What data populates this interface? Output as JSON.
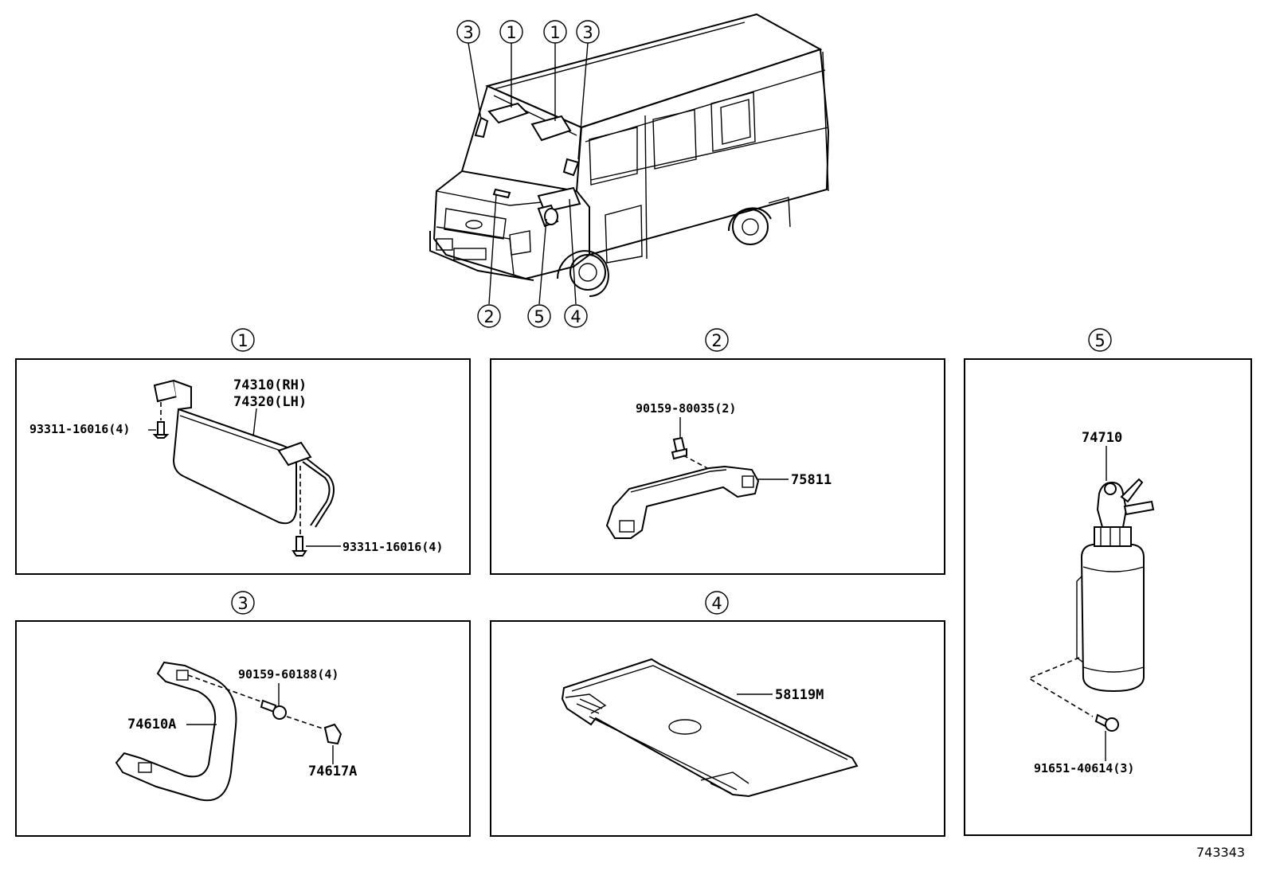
{
  "callouts": {
    "top_3_left": "3",
    "top_1_left": "1",
    "top_1_right": "1",
    "top_3_right": "3",
    "bottom_2": "2",
    "bottom_5": "5",
    "bottom_4": "4"
  },
  "panels": {
    "p1": {
      "number": "1",
      "labels": {
        "sunvisor_rh": "74310(RH)",
        "sunvisor_lh": "74320(LH)",
        "screw_upper": "93311-16016(4)",
        "screw_lower": "93311-16016(4)"
      }
    },
    "p2": {
      "number": "2",
      "labels": {
        "screw": "90159-80035(2)",
        "grip": "75811"
      }
    },
    "p3": {
      "number": "3",
      "labels": {
        "screw": "90159-60188(4)",
        "handle": "74610A",
        "clip": "74617A"
      }
    },
    "p4": {
      "number": "4",
      "labels": {
        "tray": "58119M"
      }
    },
    "p5": {
      "number": "5",
      "labels": {
        "extinguisher": "74710",
        "bolt": "91651-40614(3)"
      }
    }
  },
  "diagram_code": "743343"
}
